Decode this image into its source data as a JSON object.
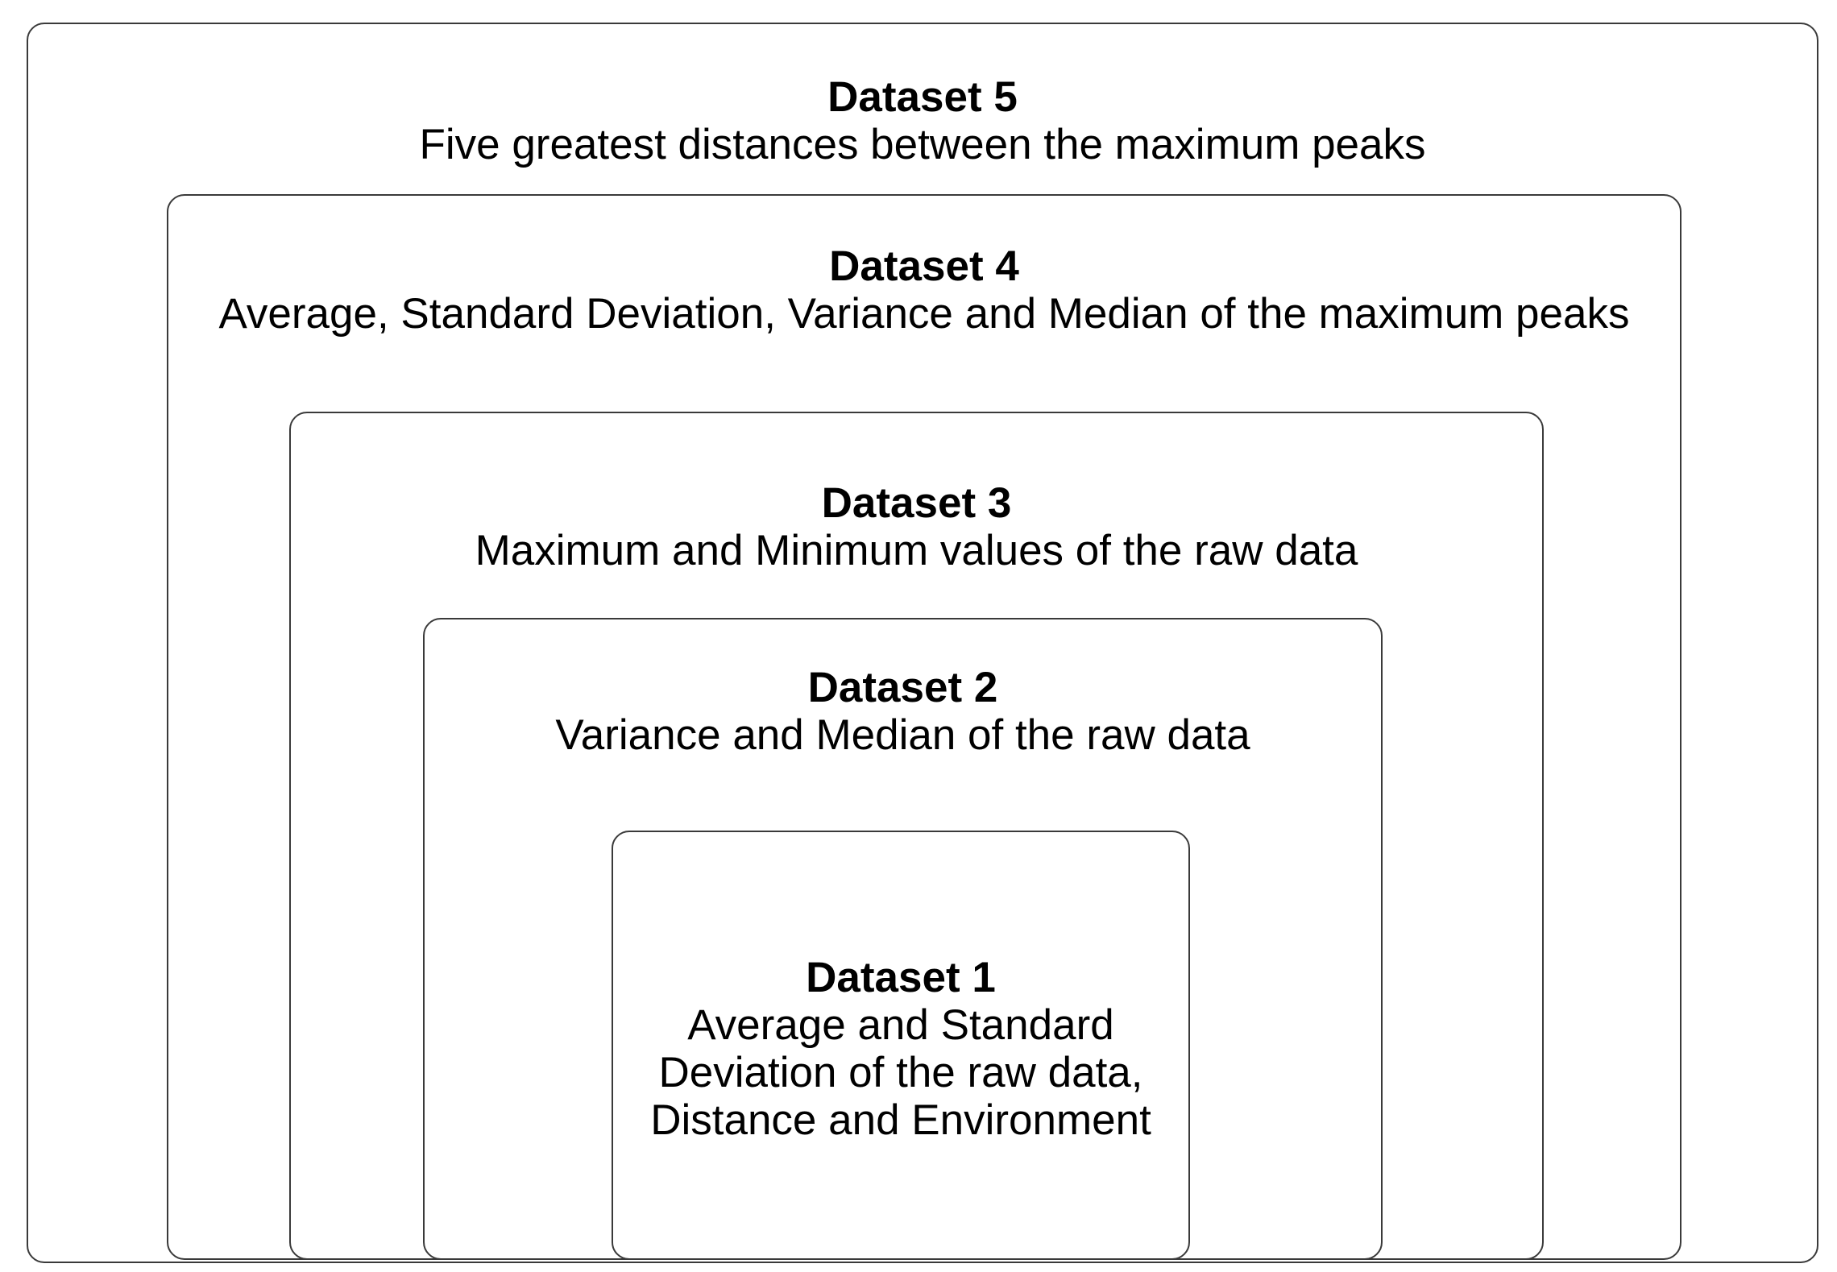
{
  "datasets": [
    {
      "title": "Dataset 1",
      "description": "Average and Standard Deviation of the raw data, Distance and Environment"
    },
    {
      "title": "Dataset 2",
      "description": "Variance and Median of the raw data"
    },
    {
      "title": "Dataset 3",
      "description": "Maximum and Minimum values of the raw data"
    },
    {
      "title": "Dataset 4",
      "description": "Average, Standard Deviation, Variance and Median of the maximum peaks"
    },
    {
      "title": "Dataset 5",
      "description": "Five greatest distances between the maximum peaks"
    }
  ],
  "colors": {
    "border": "#3a3a3a",
    "background": "#ffffff",
    "text": "#000000"
  }
}
